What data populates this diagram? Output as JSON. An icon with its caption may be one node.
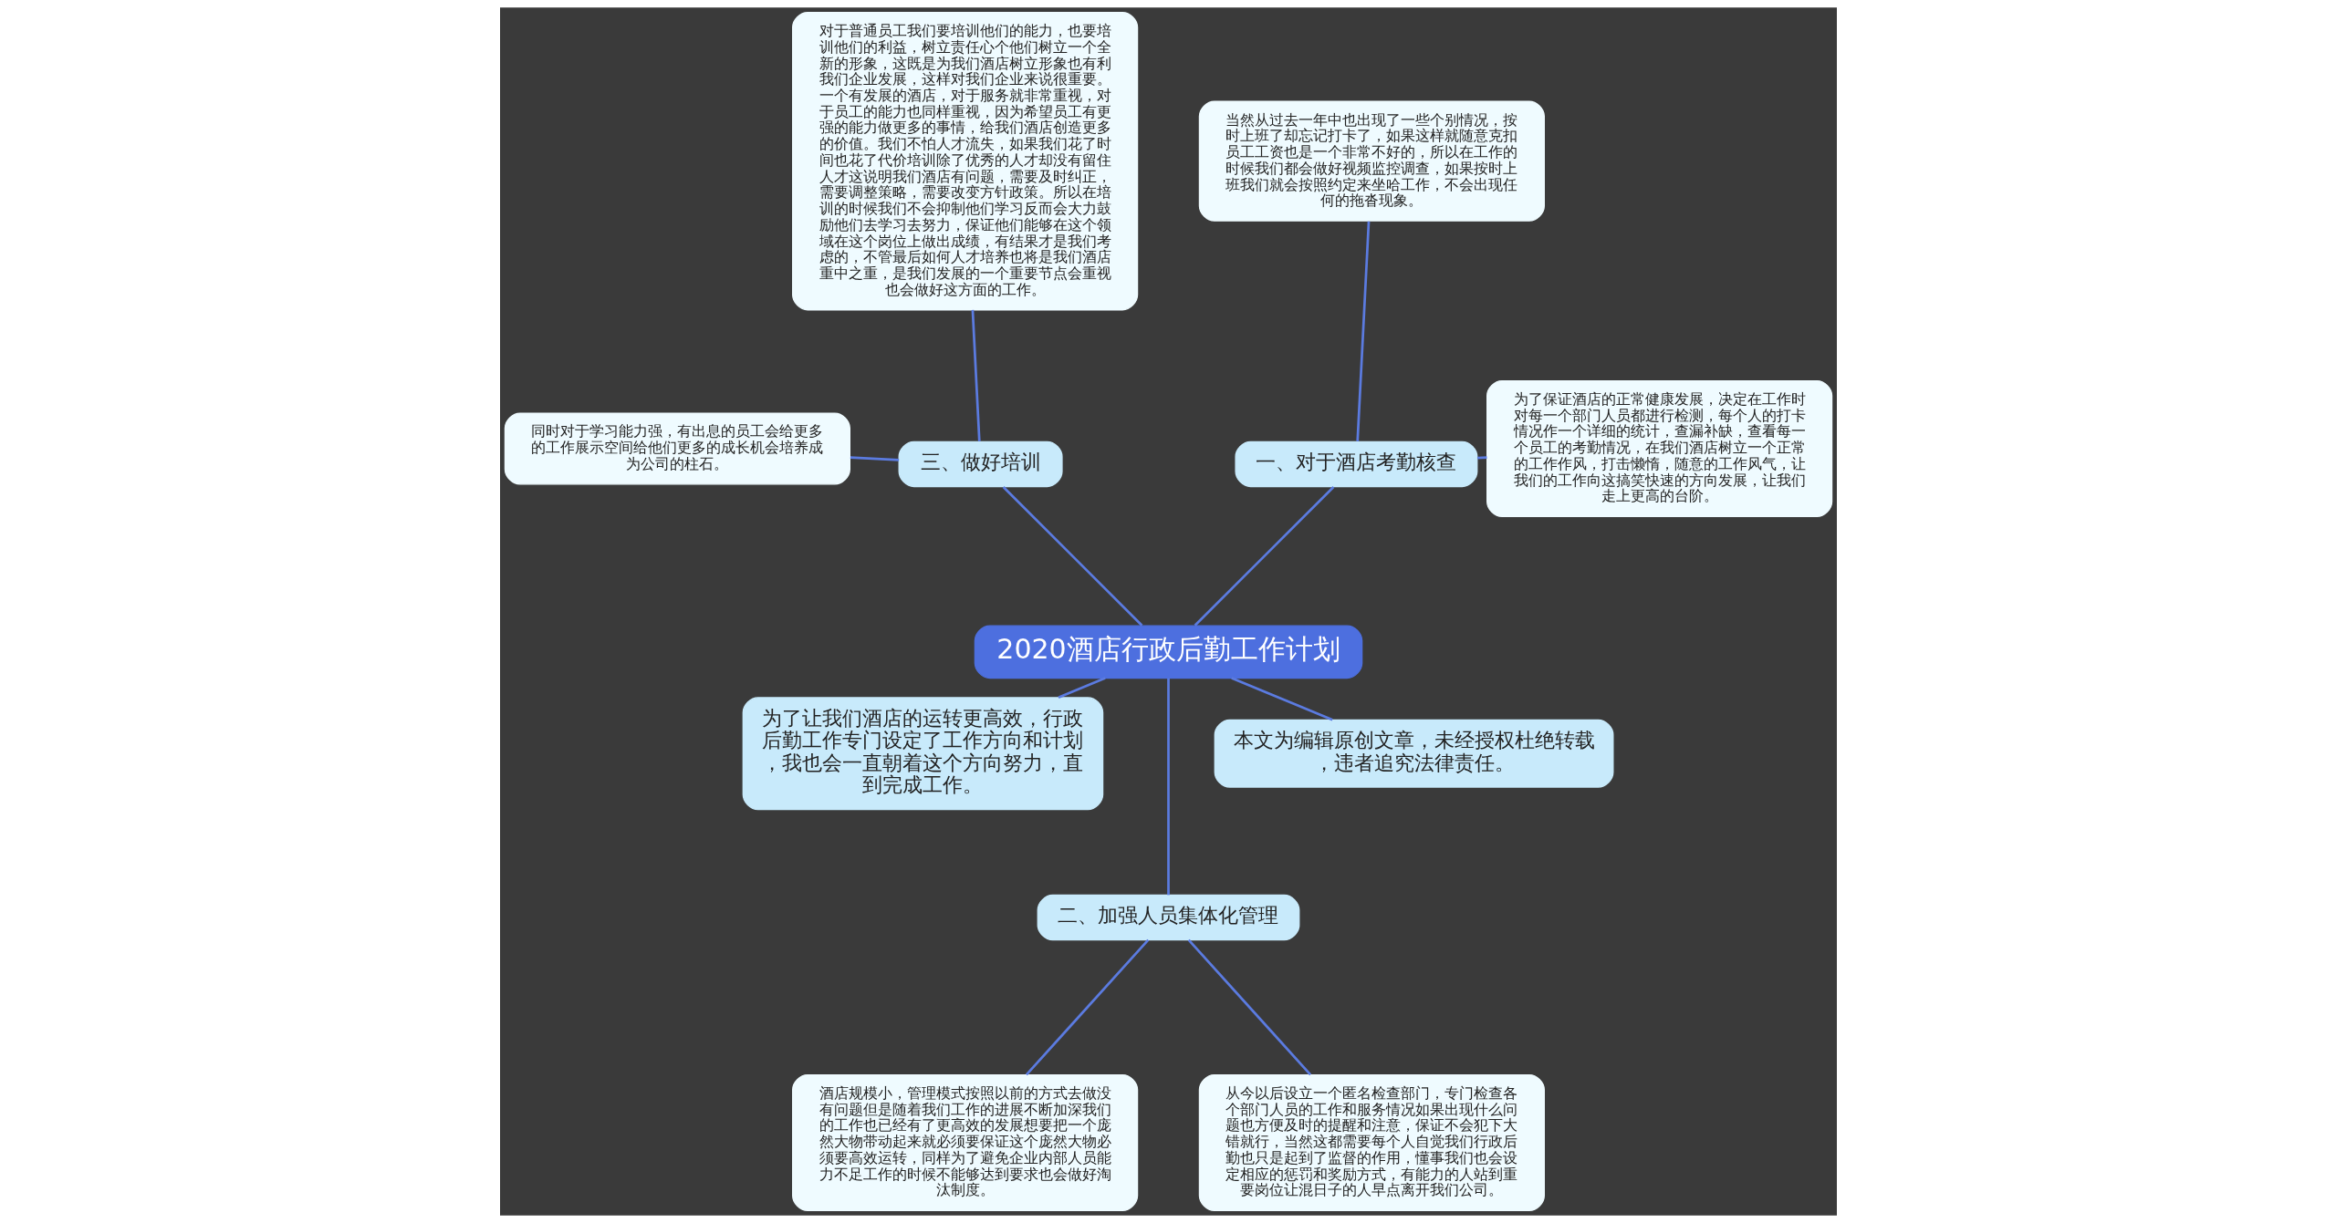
{
  "diagram": {
    "nodes": [
      {
        "text": [
          "2020酒店行政后勤工作计划"
        ]
      },
      {
        "text": [
          "一、对于酒店考勤核查"
        ]
      },
      {
        "text": [
          "为了保证酒店的正常健康发展，决定在工作时对每一个部门人员都进行检测，每个人的打卡情况作一个详细的统计，查漏补缺，查看每一个员工的考勤情况，在我们酒店树立一个正常的工作作风，打击懒惰，随意的工作风气，让我们的工作向这搞笑快速的方向发展，让我们走上更高的台阶。"
        ]
      },
      {
        "text": [
          "当然从过去一年中也出现了一些个别情况，按时上班了却忘记打卡了，如果这样就随意克扣员工工资也是一个非常不好的，所以在工作的时候我们都会做好视频监控调查，如果按时上班我们就会按照约定来坐哈工作，不会出现任何的拖沓现象。"
        ]
      },
      {
        "text": [
          "三、做好培训"
        ]
      },
      {
        "text": [
          "对于普通员工我们要培训他们的能力，也要培训他们的利益，树立责任心个他们树立一个全新的形象，这既是为我们酒店树立形象也有利我们企业发展，这样对我们企业来说很重要。一个有发展的酒店，对于服务就非常重视，对于员工的能力也同样重视，因为希望员工有更强的能力做更多的事情，给我们酒店创造更多的价值。我们不怕人才流失，如果我们花了时间也花了代价培训除了优秀的人才却没有留住人才这说明我们酒店有问题，需要及时纠正，需要调整策略，需要改变方针政策。所以在培训的时候我们不会抑制他们学习反而会大力鼓励他们去学习去努力，保证他们能够在这个领域在这个岗位上做出成绩，有结果才是我们考虑的，不管最后如何人才培养也将是我们酒店重中之重，是我们发展的一个重要节点会重视也会做好这方面的工作。"
        ]
      },
      {
        "text": [
          "同时对于学习能力强，有出息的员工会给更多的工作展示空间给他们更多的成长机会培养成为公司的柱石。"
        ]
      },
      {
        "text": [
          "为了让我们酒店的运转更高效，行政后勤工作专门设定了工作方向和计划，我也会一直朝着这个方向努力，直到完成工作。"
        ]
      },
      {
        "text": [
          "二、加强人员集体化管理"
        ]
      },
      {
        "text": [
          "酒店规模小，管理模式按照以前的方式去做没有问题但是随着我们工作的进展不断加深我们的工作也已经有了更高效的发展想要把一个庞然大物带动起来就必须要保证这个庞然大物必须要高效运转，同样为了避免企业内部人员能力不足工作的时候不能够达到要求也会做好淘汰制度。"
        ]
      },
      {
        "text": [
          "从今以后设立一个匿名检查部门，专门检查各个部门人员的工作和服务情况如果出现什么问题也方便及时的提醒和注意，保证不会犯下大错就行，当然这都需要每个人自觉我们行政后勤也只是起到了监督的作用，懂事我们也会设定相应的惩罚和奖励方式，有能力的人站到重要岗位让混日子的人早点离开我们公司。"
        ]
      },
      {
        "text": [
          "本文为编辑原创文章，未经授权杜绝转载，违者追究法律责任。"
        ]
      }
    ],
    "edges": [
      {
        "from": 0,
        "to": 1,
        "arrow": "none"
      },
      {
        "from": 1,
        "to": 2,
        "arrow": "none"
      },
      {
        "from": 1,
        "to": 3,
        "arrow": "none"
      },
      {
        "from": 0,
        "to": 4,
        "arrow": "none"
      },
      {
        "from": 4,
        "to": 5,
        "arrow": "none"
      },
      {
        "from": 4,
        "to": 6,
        "arrow": "none"
      },
      {
        "from": 0,
        "to": 7,
        "arrow": "none"
      },
      {
        "from": 0,
        "to": 8,
        "arrow": "none"
      },
      {
        "from": 8,
        "to": 9,
        "arrow": "none"
      },
      {
        "from": 8,
        "to": 10,
        "arrow": "none"
      },
      {
        "from": 0,
        "to": 11,
        "arrow": "none"
      }
    ]
  }
}
